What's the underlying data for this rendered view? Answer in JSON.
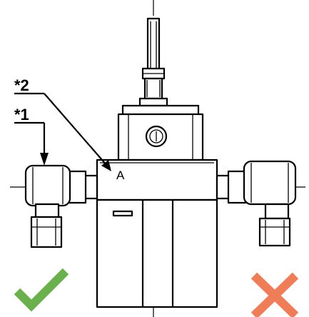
{
  "callouts": {
    "label_1": "*1",
    "label_2": "*2"
  },
  "status_marks": {
    "correct_icon": "checkmark-icon",
    "correct_color": "#6ab04c",
    "wrong_icon": "cross-icon",
    "wrong_color": "#ef7d57"
  },
  "component_marking": "A"
}
